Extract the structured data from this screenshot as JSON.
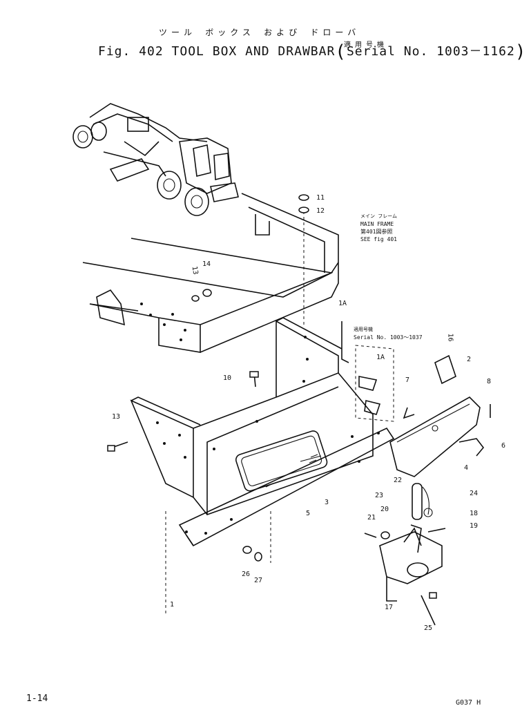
{
  "header": {
    "title_jp": "ツール ボックス および ドローバ",
    "serial_jp": "適用号機",
    "fig_label": "Fig. 402",
    "title": "TOOL BOX  AND  DRAWBAR",
    "serial": "Serial No. 1003－1162"
  },
  "annotations": {
    "main_frame_jp": "メイン フレーム",
    "main_frame": "MAIN FRAME",
    "ref_jp": "第401図参照",
    "ref": "SEE fig 401",
    "serial_note_jp": "適用号機",
    "serial_note": "Serial No. 1003～1037"
  },
  "callouts": [
    {
      "id": "c1",
      "text": "1"
    },
    {
      "id": "c2",
      "text": "2"
    },
    {
      "id": "c3",
      "text": "3"
    },
    {
      "id": "c4",
      "text": "4"
    },
    {
      "id": "c5",
      "text": "5"
    },
    {
      "id": "c6",
      "text": "6"
    },
    {
      "id": "c7",
      "text": "7"
    },
    {
      "id": "c8",
      "text": "8"
    },
    {
      "id": "c10",
      "text": "10"
    },
    {
      "id": "c11",
      "text": "11"
    },
    {
      "id": "c12",
      "text": "12"
    },
    {
      "id": "c13a",
      "text": "13"
    },
    {
      "id": "c13b",
      "text": "13"
    },
    {
      "id": "c14",
      "text": "14"
    },
    {
      "id": "c16",
      "text": "16"
    },
    {
      "id": "c17",
      "text": "17"
    },
    {
      "id": "c18",
      "text": "18"
    },
    {
      "id": "c19",
      "text": "19"
    },
    {
      "id": "c20",
      "text": "20"
    },
    {
      "id": "c21",
      "text": "21"
    },
    {
      "id": "c22",
      "text": "22"
    },
    {
      "id": "c23",
      "text": "23"
    },
    {
      "id": "c24",
      "text": "24"
    },
    {
      "id": "c25",
      "text": "25"
    },
    {
      "id": "c26",
      "text": "26"
    },
    {
      "id": "c27",
      "text": "27"
    },
    {
      "id": "c1Aa",
      "text": "1A"
    },
    {
      "id": "c1Ab",
      "text": "1A"
    }
  ],
  "footer": {
    "page": "1-14",
    "code": "G037 H"
  }
}
